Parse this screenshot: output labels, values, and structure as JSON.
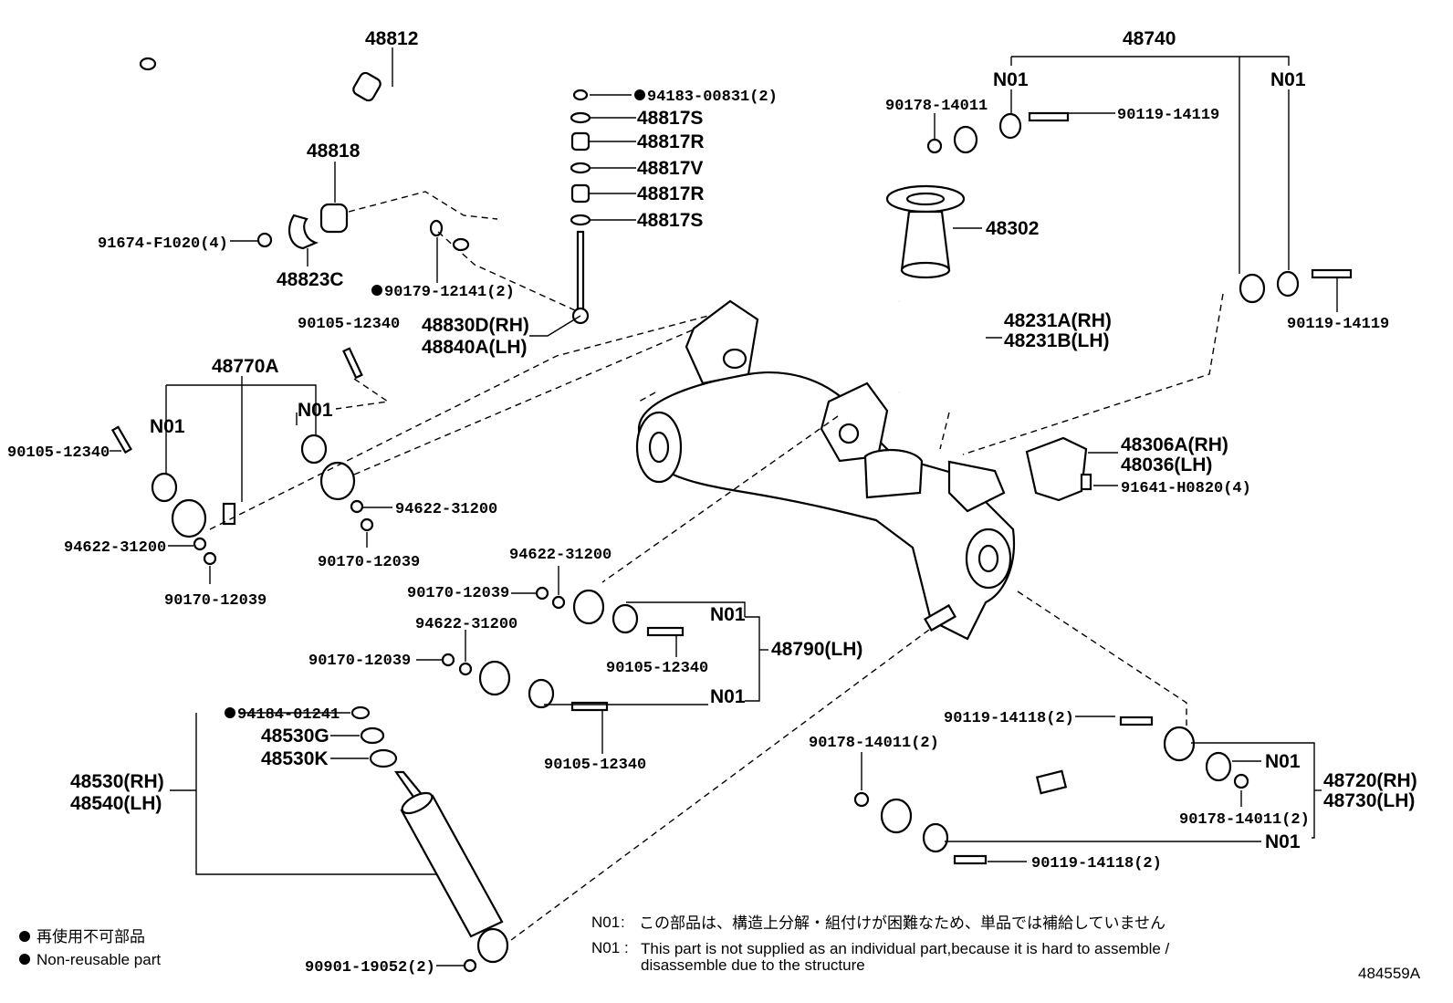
{
  "labels": {
    "p48812": "48812",
    "p48818": "48818",
    "p91674": "91674-F1020(4)",
    "p48823C": "48823C",
    "p90179": "90179-12141(2)",
    "p94183": "94183-00831(2)",
    "p48817S_a": "48817S",
    "p48817R_a": "48817R",
    "p48817V": "48817V",
    "p48817R_b": "48817R",
    "p48817S_b": "48817S",
    "p48830D": "48830D(RH)",
    "p48840A": "48840A(LH)",
    "p90105_top": "90105-12340",
    "p48770A": "48770A",
    "n01_770_left": "N01",
    "n01_770_right": "N01",
    "p90105_left": "90105-12340",
    "p94622_a": "94622-31200",
    "p94622_b": "94622-31200",
    "p90170_a": "90170-12039",
    "p90170_b": "90170-12039",
    "p48740": "48740",
    "n01_740_left": "N01",
    "n01_740_right": "N01",
    "p90178_top": "90178-14011",
    "p90119_top": "90119-14119",
    "p90119_right": "90119-14119",
    "p48302": "48302",
    "p48231A": "48231A(RH)",
    "p48231B": "48231B(LH)",
    "p48306A": "48306A(RH)",
    "p48036": "48036(LH)",
    "p91641": "91641-H0820(4)",
    "p94622_c": "94622-31200",
    "p90170_c": "90170-12039",
    "p94622_d": "94622-31200",
    "p90170_d": "90170-12039",
    "n01_790_top": "N01",
    "n01_790_bottom": "N01",
    "p90105_790a": "90105-12340",
    "p90105_790b": "90105-12340",
    "p48790": "48790(LH)",
    "p94184": "94184-01241",
    "p48530G": "48530G",
    "p48530K": "48530K",
    "p48530": "48530(RH)",
    "p48540": "48540(LH)",
    "p90901": "90901-19052(2)",
    "p90119_118a": "90119-14118(2)",
    "p90178_2a": "90178-14011(2)",
    "n01_720_top": "N01",
    "n01_720_bottom": "N01",
    "p90178_2b": "90178-14011(2)",
    "p90119_118b": "90119-14118(2)",
    "p48720": "48720(RH)",
    "p48730": "48730(LH)"
  },
  "legend": {
    "jp": "再使用不可部品",
    "en": "Non-reusable part"
  },
  "notes": {
    "code1": "N01",
    "jp": "この部品は、構造上分解・組付けが困難なため、単品では補給していません",
    "code2": "N01",
    "en_line1": "This part is not supplied as an individual part,because it is hard to assemble /",
    "en_line2": "disassemble due to the structure"
  },
  "figure_id": "484559A"
}
